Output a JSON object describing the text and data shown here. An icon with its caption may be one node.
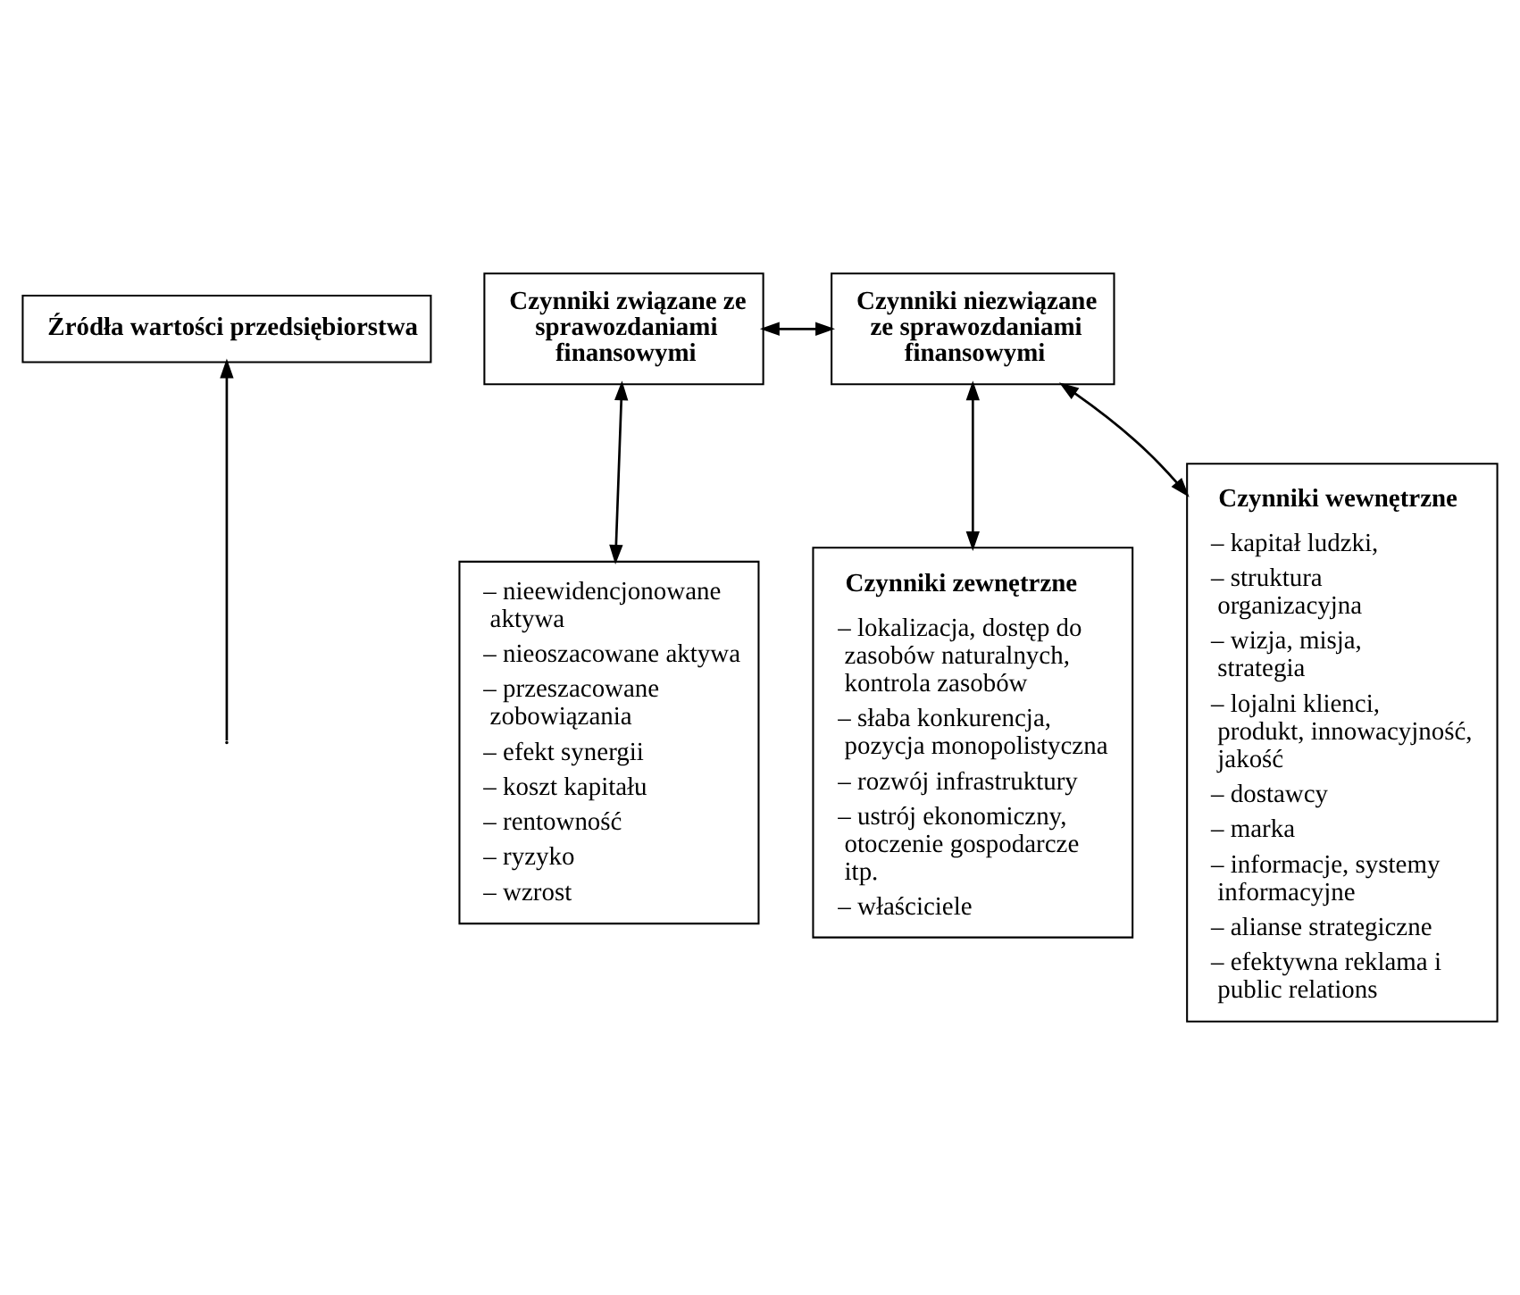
{
  "diagram": {
    "nodes": [
      {
        "text": [
          "Źródła wartości przedsiębiorstwa"
        ]
      },
      {
        "text": [
          "Czynniki związane ze sprawozdaniami finansowymi"
        ]
      },
      {
        "text": [
          "Czynniki niezwiązane ze sprawozdaniami finansowymi"
        ]
      },
      {
        "text": [
          "– nieewidencjonowane aktywa",
          "– nieoszacowane aktywa",
          "– przeszacowane zobowiązania",
          "– efekt synergii",
          "– koszt kapitału",
          "– rentowność",
          "– ryzyko",
          "– wzrost"
        ]
      },
      {
        "text": [
          "Czynniki zewnętrzne",
          "– lokalizacja, dostęp do zasobów naturalnych, kontrola zasobów",
          "– słaba konkurencja, pozycja monopolistyczna",
          "– rozwój infrastruktury",
          "– ustrój ekonomiczny, otoczenie gospodarcze itp.",
          "– właściciele"
        ]
      },
      {
        "text": [
          "Czynniki wewnętrzne",
          "– kapitał ludzki,",
          "– struktura organizacyjna",
          "– wizja, misja, strategia",
          "– lojalni klienci, produkt, innowacyjność, jakość",
          "– dostawcy",
          "– marka",
          "– informacje, systemy informacyjne",
          "– alianse strategiczne",
          "– efektywna reklama i public relations"
        ]
      }
    ],
    "edges": [
      {
        "from": 1,
        "to": 2,
        "arrow": "both"
      },
      {
        "from": null,
        "to": 0,
        "arrow": "to"
      },
      {
        "from": 1,
        "to": 3,
        "arrow": "both"
      },
      {
        "from": 2,
        "to": 4,
        "arrow": "both"
      },
      {
        "from": 2,
        "to": 5,
        "arrow": "both"
      }
    ]
  }
}
